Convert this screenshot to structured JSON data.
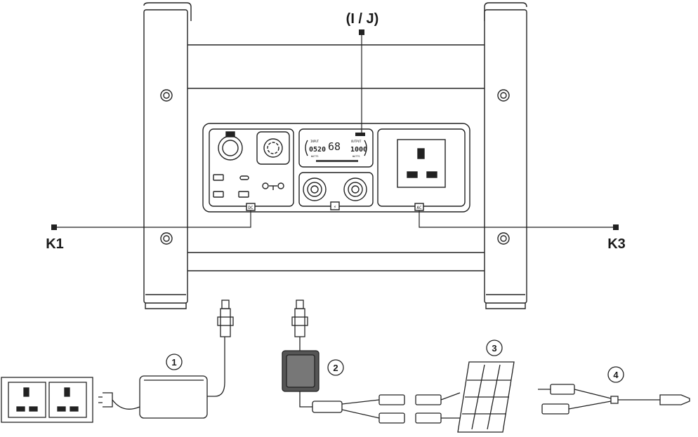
{
  "labels": {
    "top": "(I / J)",
    "left": "K1",
    "right": "K3"
  },
  "port_tags": {
    "dc": "DC",
    "usb_c": "⚡",
    "ac": "AC"
  },
  "display": {
    "input_label": "INPUT",
    "input_value": "0520",
    "input_unit": "WATTS",
    "percent_value": "68",
    "output_label": "OUTPUT",
    "output_value": "1000",
    "output_unit": "WATTS"
  },
  "accessories": [
    {
      "number": "1"
    },
    {
      "number": "2"
    },
    {
      "number": "3"
    },
    {
      "number": "4"
    }
  ]
}
